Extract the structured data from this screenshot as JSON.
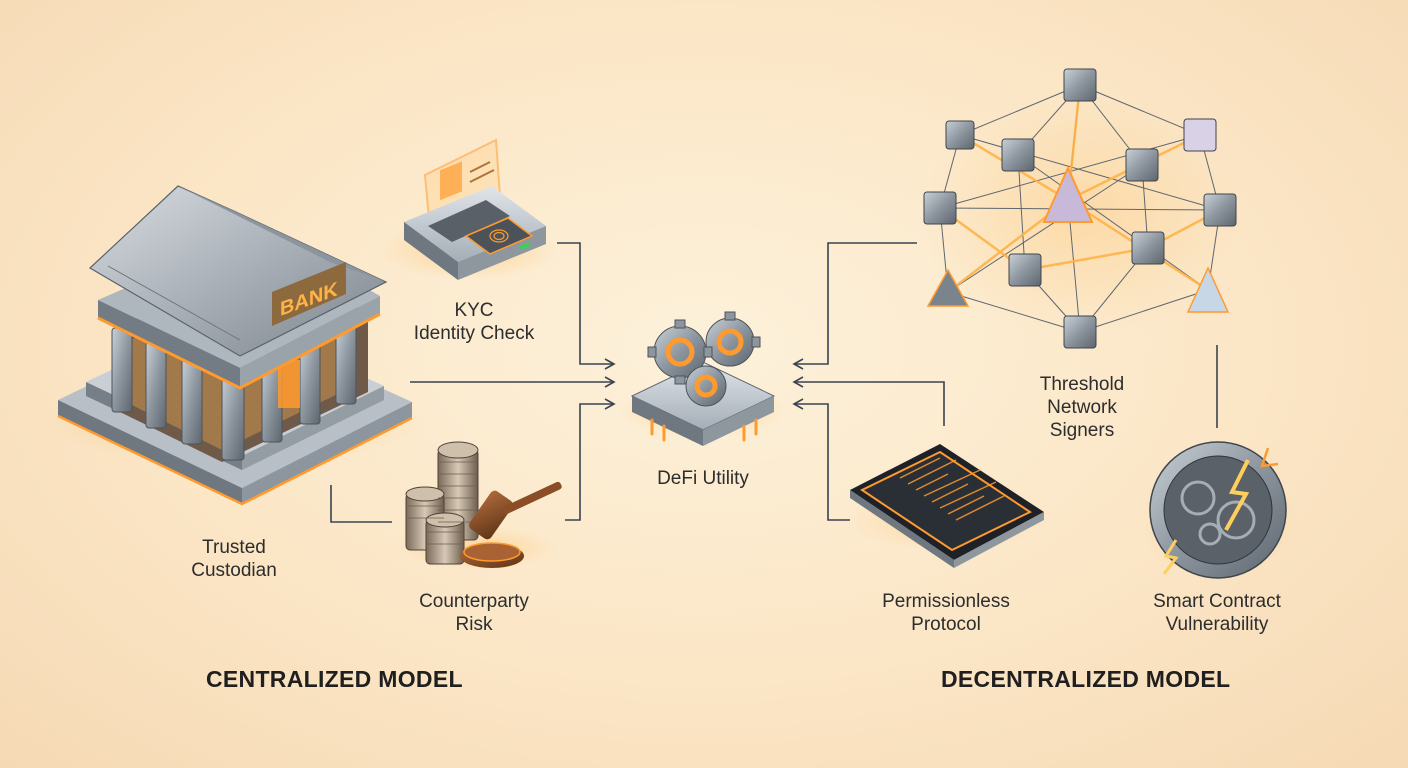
{
  "nodes": {
    "kyc": {
      "lines": [
        "KYC",
        "Identity Check"
      ]
    },
    "trusted_custodian": {
      "lines": [
        "Trusted",
        "Custodian"
      ]
    },
    "counterparty_risk": {
      "lines": [
        "Counterparty",
        "Risk"
      ]
    },
    "defi_utility": {
      "lines": [
        "DeFi Utility"
      ]
    },
    "threshold_network": {
      "lines": [
        "Threshold",
        "Network",
        "Signers"
      ]
    },
    "permissionless_protocol": {
      "lines": [
        "Permissionless",
        "Protocol"
      ]
    },
    "smart_contract": {
      "lines": [
        "Smart Contract",
        "Vulnerability"
      ]
    }
  },
  "bank_sign": "BANK",
  "models": {
    "centralized": "CENTRALIZED MODEL",
    "decentralized": "DECENTRALIZED MODEL"
  },
  "colors": {
    "accent_glow": "#ff9a2e",
    "metal": "#9aa3ad",
    "text": "#2d2d2d",
    "connector": "#3a4350"
  },
  "icons": {
    "bank": "bank-building-icon",
    "kyc": "fingerprint-scanner-icon",
    "coins": "coins-gavel-icon",
    "defi": "gears-chip-icon",
    "network": "node-network-icon",
    "tablet": "code-tablet-icon",
    "vault": "broken-vault-icon"
  }
}
